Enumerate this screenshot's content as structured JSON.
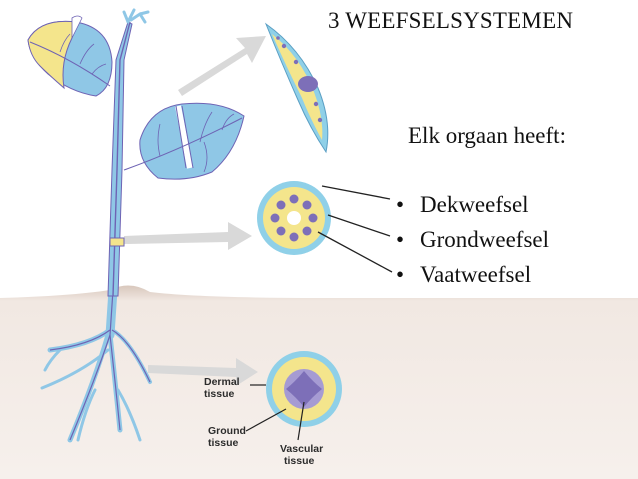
{
  "title": "3 WEEFSELSYSTEMEN",
  "intro": "Elk orgaan heeft:",
  "bullets": [
    {
      "bullet": "•",
      "label": "Dekweefsel"
    },
    {
      "bullet": "•",
      "label": "Grondweefsel"
    },
    {
      "bullet": "•",
      "label": "Vaatweefsel"
    }
  ],
  "figure_labels": {
    "dermal": [
      "Dermal",
      "tissue"
    ],
    "ground": [
      "Ground",
      "tissue"
    ],
    "vascular": [
      "Vascular",
      "tissue"
    ]
  },
  "colors": {
    "dermal": "#8fd0e8",
    "ground": "#f4e58c",
    "vascular": "#7d6fb8",
    "plant": "#8fc7e6",
    "soil": "#f2ebe6",
    "arrow": "#d9d9d9"
  }
}
